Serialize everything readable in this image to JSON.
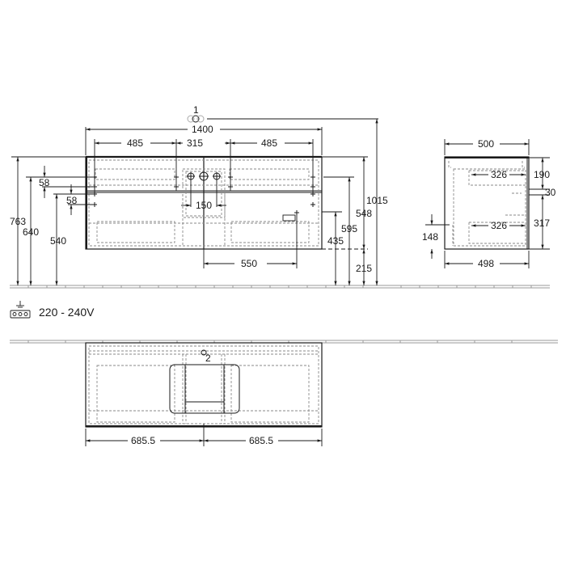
{
  "drawing": {
    "front_view": {
      "callout_1": "1",
      "dims": {
        "total_width": "1400",
        "left_section": "485",
        "middle_section": "315",
        "right_section": "485",
        "tap_spacing": "150",
        "socket_offset": "550",
        "height_763": "763",
        "height_640": "640",
        "height_540": "540",
        "offset_58_top": "58",
        "offset_58_bottom": "58",
        "height_1015": "1015",
        "height_548": "548",
        "height_595": "595",
        "height_435": "435",
        "height_215": "215"
      }
    },
    "side_view": {
      "dims": {
        "depth_top": "500",
        "depth_bottom": "498",
        "drawer_top": "326",
        "drawer_bottom": "326",
        "upper_height": "190",
        "gap": "30",
        "lower_height": "317",
        "bottom_offset": "148"
      }
    },
    "electrical": {
      "icon": "socket-ground-icon",
      "voltage": "220 - 240V"
    },
    "top_view": {
      "callout_2": "2",
      "dims": {
        "left_half": "685.5",
        "right_half": "685.5"
      }
    },
    "colors": {
      "line": "#1a1a1a",
      "hidden": "#8a8a8a",
      "floor": "#9a9a9a"
    }
  }
}
